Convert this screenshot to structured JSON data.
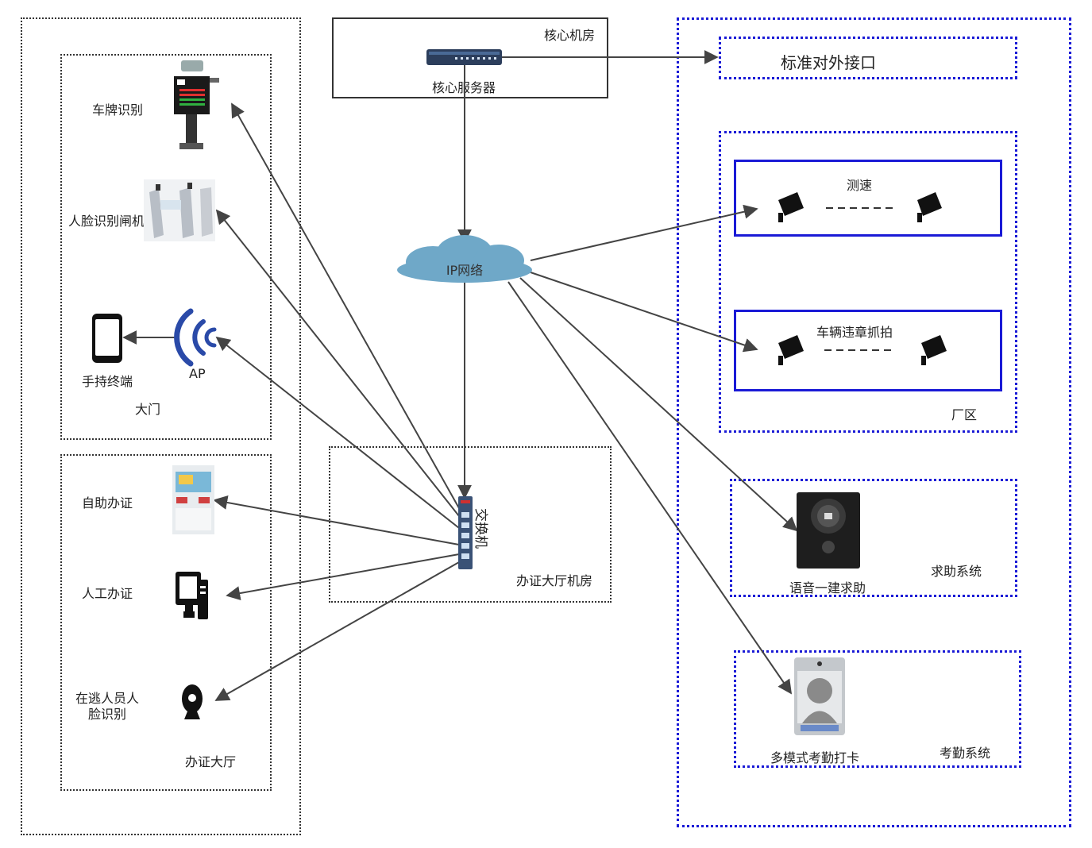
{
  "core_room": {
    "title": "核心机房",
    "server_label": "核心服务器"
  },
  "network": {
    "cloud_label": "IP网络"
  },
  "office_room": {
    "title": "办证大厅机房",
    "switch_label": "交换机"
  },
  "gate": {
    "title": "大门",
    "plate_label": "车牌识别",
    "face_gate_label": "人脸识别闸机",
    "handheld_label": "手持终端",
    "ap_label": "AP"
  },
  "hall": {
    "title": "办证大厅",
    "self_service_label": "自助办证",
    "manual_label": "人工办证",
    "fugitive_label_line1": "在逃人员人",
    "fugitive_label_line2": "脸识别"
  },
  "external": {
    "interface_label": "标准对外接口"
  },
  "factory": {
    "title": "厂区",
    "speed_label": "测速",
    "violation_label": "车辆违章抓拍"
  },
  "help": {
    "title": "求助系统",
    "device_label": "语音一建求助"
  },
  "attendance": {
    "title": "考勤系统",
    "device_label": "多模式考勤打卡"
  },
  "colors": {
    "blue_border": "#1a1ad6",
    "cloud": "#6fa8c8",
    "line": "#444444"
  }
}
